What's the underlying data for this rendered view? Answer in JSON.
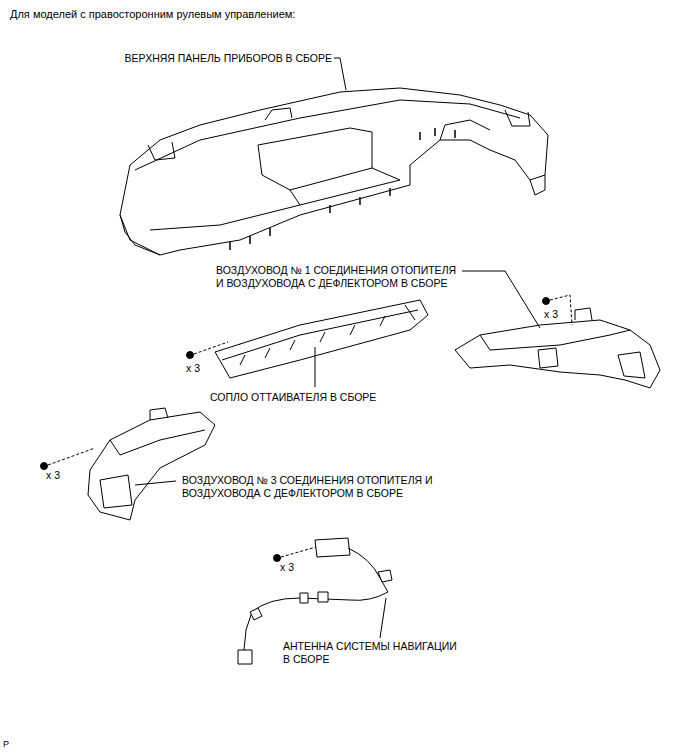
{
  "diagram": {
    "title": "Для моделей с правосторонним рулевым управлением:",
    "labels": [
      "ВЕРХНЯЯ ПАНЕЛЬ ПРИБОРОВ В СБОРЕ",
      "ВОЗДУХОВОД № 1 СОЕДИНЕНИЯ ОТОПИТЕЛЯ И ВОЗДУХОВОДА С ДЕФЛЕКТОРОМ В СБОРЕ",
      "x 3",
      "x 3",
      "СОПЛО ОТТАИВАТЕЛЯ В СБОРЕ",
      "x 3",
      "ВОЗДУХОВОД № 3 СОЕДИНЕНИЯ ОТОПИТЕЛЯ И ВОЗДУХОВОДА С ДЕФЛЕКТОРОМ В СБОРЕ",
      "x 3",
      "АНТЕННА СИСТЕМЫ НАВИГАЦИИ В СБОРЕ",
      "P"
    ]
  }
}
